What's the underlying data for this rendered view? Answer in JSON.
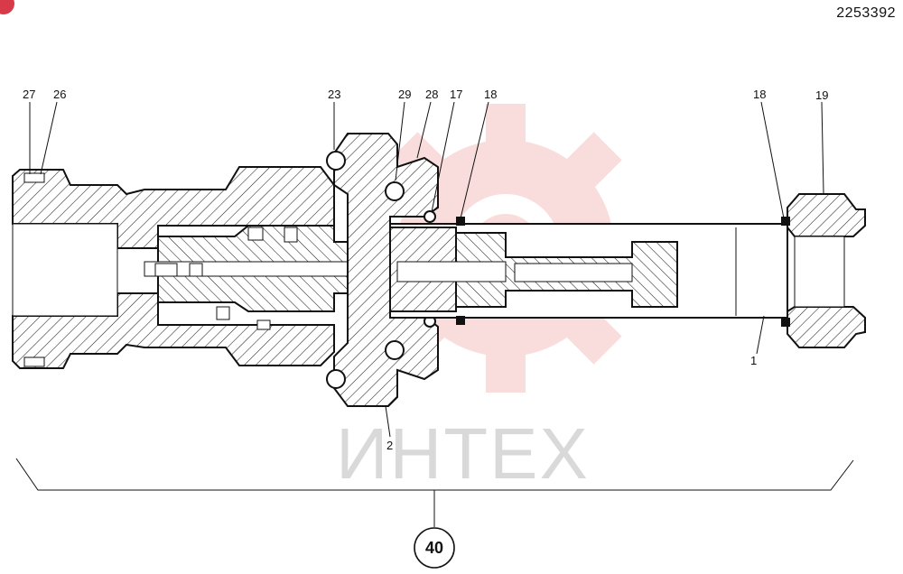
{
  "document": {
    "number": "2253392",
    "watermark_text": "ИНТЕХ",
    "watermark_color": "#f0a0a0"
  },
  "callouts": {
    "c27": "27",
    "c26": "26",
    "c23": "23",
    "c29": "29",
    "c28": "28",
    "c17": "17",
    "c18a": "18",
    "c18b": "18",
    "c19": "19",
    "c1": "1",
    "c2": "2"
  },
  "assembly": {
    "label": "40"
  }
}
